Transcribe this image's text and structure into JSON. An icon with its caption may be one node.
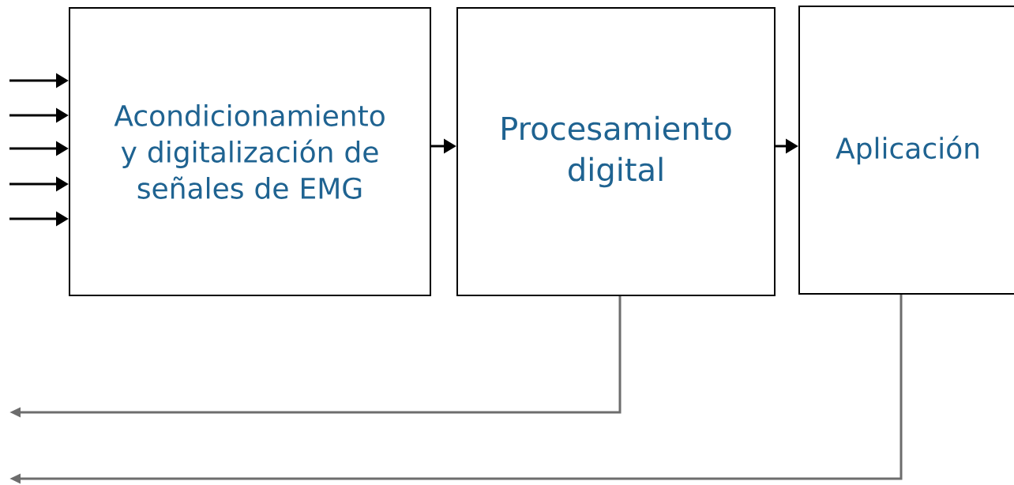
{
  "diagram": {
    "nodes": [
      {
        "text": [
          "Acondicionamiento y digitalización de señales de EMG"
        ]
      },
      {
        "text": [
          "Procesamiento digital"
        ]
      },
      {
        "text": [
          "Aplicación"
        ]
      }
    ],
    "edges": [
      {
        "from": null,
        "to": 0,
        "arrow": "to"
      },
      {
        "from": null,
        "to": 0,
        "arrow": "to"
      },
      {
        "from": null,
        "to": 0,
        "arrow": "to"
      },
      {
        "from": null,
        "to": 0,
        "arrow": "to"
      },
      {
        "from": null,
        "to": 0,
        "arrow": "to"
      },
      {
        "from": 0,
        "to": 1,
        "arrow": "to"
      },
      {
        "from": 1,
        "to": 2,
        "arrow": "to"
      },
      {
        "from": 1,
        "to": null,
        "arrow": "to",
        "color": "#6d6d6d"
      },
      {
        "from": 2,
        "to": null,
        "arrow": "to",
        "color": "#6d6d6d"
      }
    ]
  }
}
